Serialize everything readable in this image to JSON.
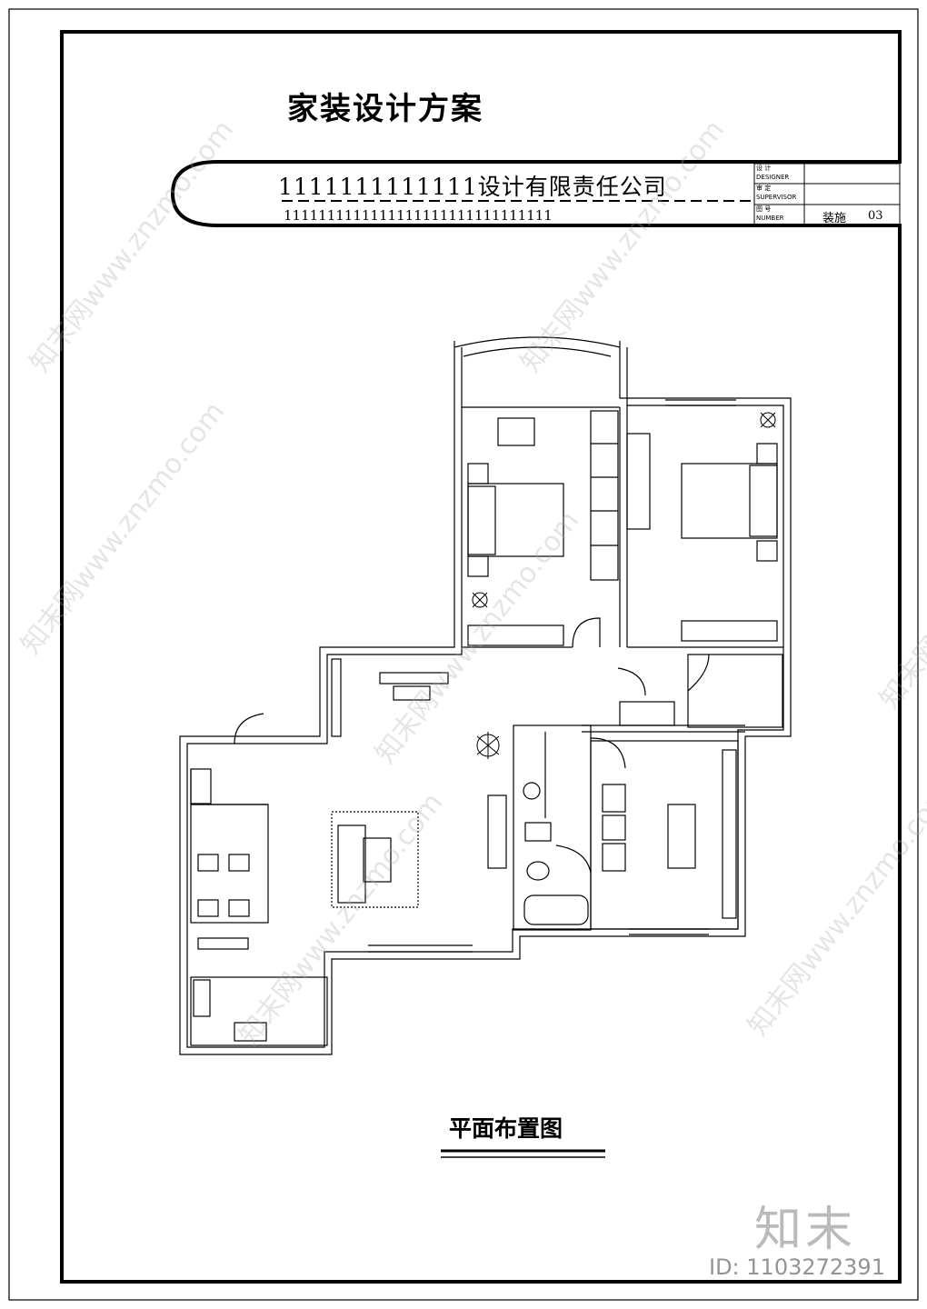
{
  "sheet": {
    "title": "家装设计方案",
    "company": "1111111111111设计有限责任公司",
    "subline": "1111111111111111111111111111111",
    "titleblock": {
      "row1_label": "设 计",
      "row1_sub": "DESIGNER",
      "row2_label": "审 定",
      "row2_sub": "SUPERVISOR",
      "row3_label": "图 号",
      "row3_sub": "NUMBER",
      "drawing_type": "装施",
      "drawing_no": "03"
    },
    "plan_title": "平面布置图"
  },
  "watermark": {
    "text": "知末网www.znzmo.com",
    "logo": "知末",
    "id": "ID: 1103272391"
  }
}
